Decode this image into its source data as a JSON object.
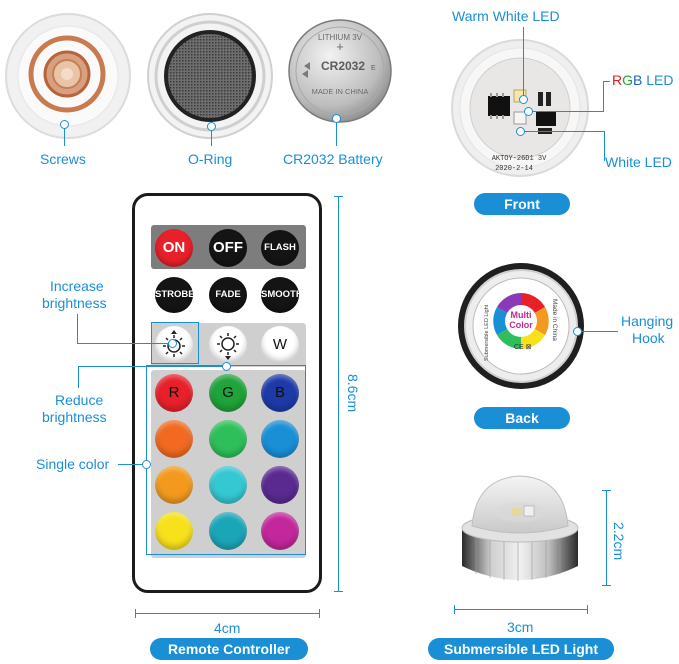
{
  "top_labels": {
    "screws": "Screws",
    "oring": "O-Ring",
    "battery": "CR2032 Battery",
    "warm_white": "Warm White LED",
    "rgb_r": "R",
    "rgb_g": "G",
    "rgb_b": "B",
    "rgb_suffix": " LED",
    "white_led": "White LED",
    "hanging_1": "Hanging",
    "hanging_2": "Hook"
  },
  "battery": {
    "line1": "LITHIUM 3V",
    "model": "CR2032",
    "suffix": "E",
    "line3": "MADE IN CHINA"
  },
  "pcb": {
    "line1": "AKTOY-26D1 3V",
    "line2": "2020-2-14"
  },
  "back_badge": {
    "l1": "Multi",
    "l2": "Color",
    "side": "Made in China",
    "left": "Submersible LED Light"
  },
  "pills": {
    "front": "Front",
    "back": "Back",
    "remote": "Remote Controller",
    "light": "Submersible LED Light"
  },
  "remote": {
    "on": "ON",
    "off": "OFF",
    "flash": "FLASH",
    "strobe": "STROBE",
    "fade": "FADE",
    "smooth": "SMOOTH",
    "w": "W",
    "r": "R",
    "g": "G",
    "b": "B"
  },
  "callouts": {
    "inc_1": "Increase",
    "inc_2": "brightness",
    "red_1": "Reduce",
    "red_2": "brightness",
    "single": "Single color"
  },
  "dims": {
    "remote_h": "8.6cm",
    "remote_w": "4cm",
    "light_h": "2.2cm",
    "light_w": "3cm"
  },
  "colors": {
    "accent": "#1a8fd6",
    "grid": [
      "#e8202a",
      "#1fa33a",
      "#1e3aa8",
      "#f26a21",
      "#2fbf5a",
      "#1a8fd6",
      "#f39a1e",
      "#35c7d2",
      "#5a2a91",
      "#f7e11b",
      "#1ba6b8",
      "#c2279b"
    ]
  }
}
